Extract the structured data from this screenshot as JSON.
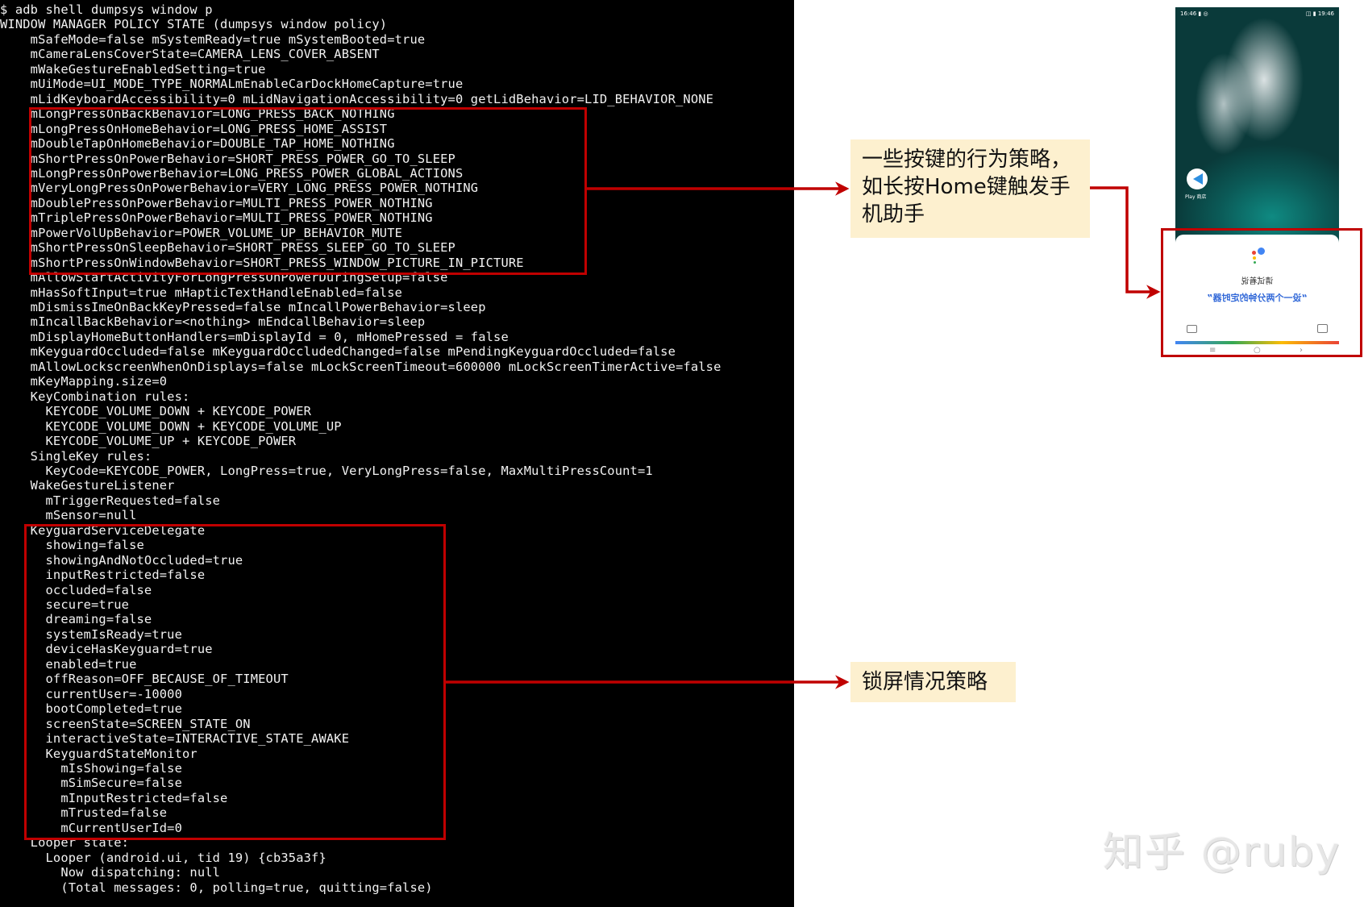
{
  "terminal": {
    "lines": [
      "$ adb shell dumpsys window p",
      "WINDOW MANAGER POLICY STATE (dumpsys window policy)",
      "    mSafeMode=false mSystemReady=true mSystemBooted=true",
      "    mCameraLensCoverState=CAMERA_LENS_COVER_ABSENT",
      "    mWakeGestureEnabledSetting=true",
      "    mUiMode=UI_MODE_TYPE_NORMALmEnableCarDockHomeCapture=true",
      "    mLidKeyboardAccessibility=0 mLidNavigationAccessibility=0 getLidBehavior=LID_BEHAVIOR_NONE",
      "    mLongPressOnBackBehavior=LONG_PRESS_BACK_NOTHING",
      "    mLongPressOnHomeBehavior=LONG_PRESS_HOME_ASSIST",
      "    mDoubleTapOnHomeBehavior=DOUBLE_TAP_HOME_NOTHING",
      "    mShortPressOnPowerBehavior=SHORT_PRESS_POWER_GO_TO_SLEEP",
      "    mLongPressOnPowerBehavior=LONG_PRESS_POWER_GLOBAL_ACTIONS",
      "    mVeryLongPressOnPowerBehavior=VERY_LONG_PRESS_POWER_NOTHING",
      "    mDoublePressOnPowerBehavior=MULTI_PRESS_POWER_NOTHING",
      "    mTriplePressOnPowerBehavior=MULTI_PRESS_POWER_NOTHING",
      "    mPowerVolUpBehavior=POWER_VOLUME_UP_BEHAVIOR_MUTE",
      "    mShortPressOnSleepBehavior=SHORT_PRESS_SLEEP_GO_TO_SLEEP",
      "    mShortPressOnWindowBehavior=SHORT_PRESS_WINDOW_PICTURE_IN_PICTURE",
      "    mAllowStartActivityForLongPressOnPowerDuringSetup=false",
      "    mHasSoftInput=true mHapticTextHandleEnabled=false",
      "    mDismissImeOnBackKeyPressed=false mIncallPowerBehavior=sleep",
      "    mIncallBackBehavior=<nothing> mEndcallBehavior=sleep",
      "    mDisplayHomeButtonHandlers=mDisplayId = 0, mHomePressed = false",
      "    mKeyguardOccluded=false mKeyguardOccludedChanged=false mPendingKeyguardOccluded=false",
      "    mAllowLockscreenWhenOnDisplays=false mLockScreenTimeout=600000 mLockScreenTimerActive=false",
      "    mKeyMapping.size=0",
      "    KeyCombination rules:",
      "      KEYCODE_VOLUME_DOWN + KEYCODE_POWER",
      "      KEYCODE_VOLUME_DOWN + KEYCODE_VOLUME_UP",
      "      KEYCODE_VOLUME_UP + KEYCODE_POWER",
      "    SingleKey rules:",
      "      KeyCode=KEYCODE_POWER, LongPress=true, VeryLongPress=false, MaxMultiPressCount=1",
      "    WakeGestureListener",
      "      mTriggerRequested=false",
      "      mSensor=null",
      "    KeyguardServiceDelegate",
      "      showing=false",
      "      showingAndNotOccluded=true",
      "      inputRestricted=false",
      "      occluded=false",
      "      secure=true",
      "      dreaming=false",
      "      systemIsReady=true",
      "      deviceHasKeyguard=true",
      "      enabled=true",
      "      offReason=OFF_BECAUSE_OF_TIMEOUT",
      "      currentUser=-10000",
      "      bootCompleted=true",
      "      screenState=SCREEN_STATE_ON",
      "      interactiveState=INTERACTIVE_STATE_AWAKE",
      "      KeyguardStateMonitor",
      "        mIsShowing=false",
      "        mSimSecure=false",
      "        mInputRestricted=false",
      "        mTrusted=false",
      "        mCurrentUserId=0",
      "    Looper state:",
      "      Looper (android.ui, tid 19) {cb35a3f}",
      "        Now dispatching: null",
      "        (Total messages: 0, polling=true, quitting=false)"
    ]
  },
  "annotations": {
    "keys_text": "一些按键的行为策略，\n如长按Home键触发手\n机助手",
    "lock_text": "锁屏情况策略"
  },
  "phone": {
    "status_left": "16:46 ▮ ◎",
    "status_right": "◫ ▮ 19:46",
    "app_label": "Play 商店",
    "prompt": "请试着说",
    "quote": "“设一个两分钟的定时器”",
    "nav_menu": "≡",
    "nav_home": "○",
    "nav_back": "›"
  },
  "watermark": "知乎 @ruby",
  "colors": {
    "highlight": "#c00000",
    "note_bg": "#fdf0cf",
    "terminal_bg": "#000000",
    "terminal_fg": "#f2f2f2",
    "assistant_blue": "#3168d8"
  }
}
